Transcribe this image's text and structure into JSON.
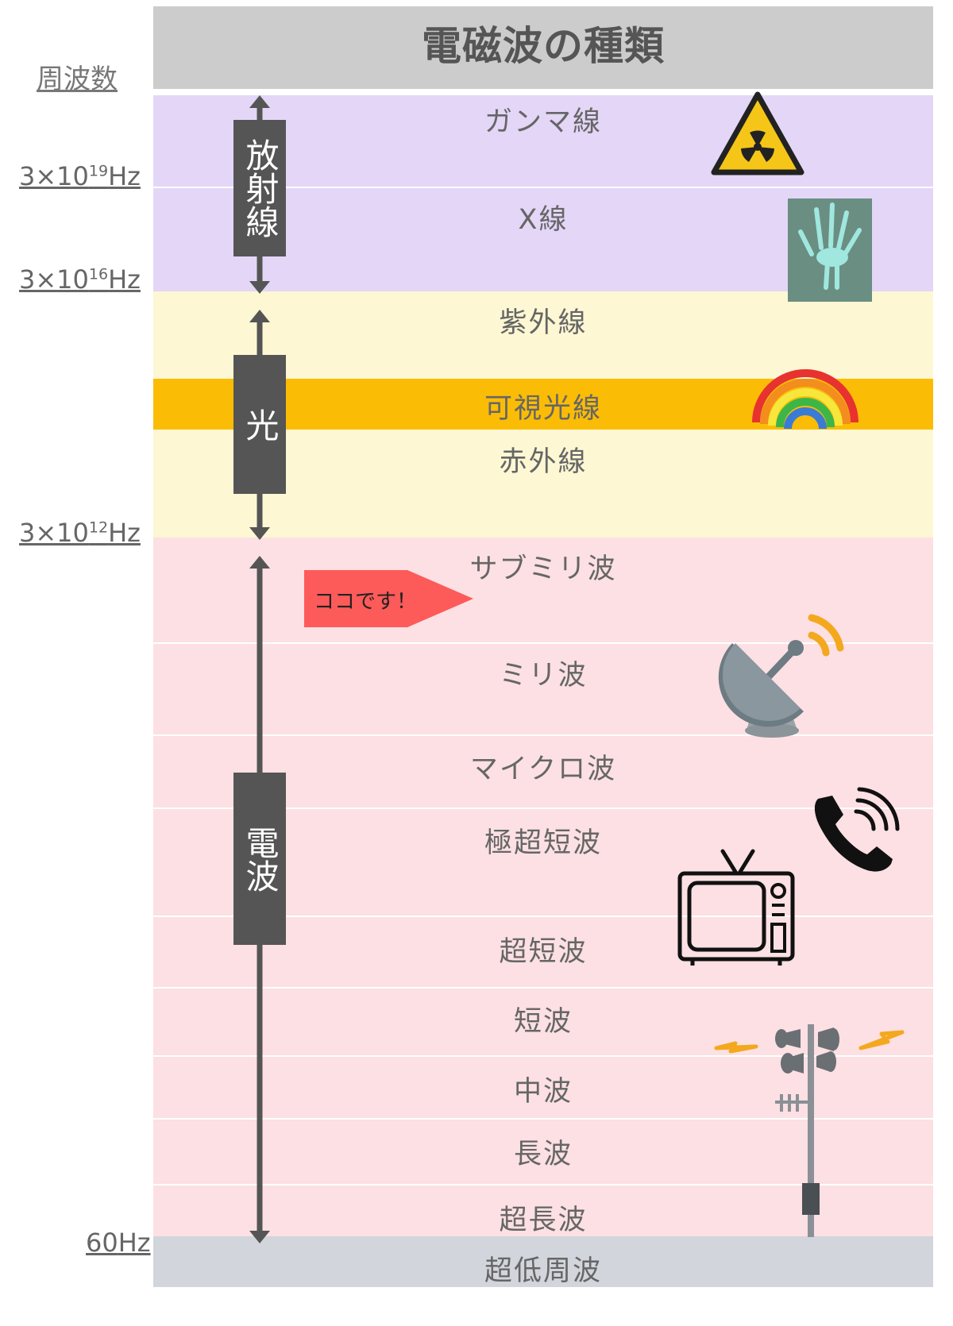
{
  "title": "電磁波の種類",
  "freq_axis_label": "周波数",
  "frequency_marks": [
    {
      "mantissa": "3×10",
      "exp": "19",
      "unit": "Hz"
    },
    {
      "mantissa": "3×10",
      "exp": "16",
      "unit": "Hz"
    },
    {
      "mantissa": "3×10",
      "exp": "12",
      "unit": "Hz"
    },
    {
      "mantissa": "60",
      "exp": "",
      "unit": "Hz"
    }
  ],
  "categories": [
    {
      "label": "放射線"
    },
    {
      "label": "光"
    },
    {
      "label": "電波"
    }
  ],
  "bands": [
    {
      "label": "ガンマ線",
      "color": "#e3d6f7"
    },
    {
      "label": "X線",
      "color": "#e3d6f7"
    },
    {
      "label": "紫外線",
      "color": "#fdf7d3"
    },
    {
      "label": "可視光線",
      "color": "#fbbc05"
    },
    {
      "label": "赤外線",
      "color": "#fdf7d3"
    },
    {
      "label": "サブミリ波",
      "color": "#fce0e3"
    },
    {
      "label": "ミリ波",
      "color": "#fce0e3"
    },
    {
      "label": "マイクロ波",
      "color": "#fce0e3"
    },
    {
      "label": "極超短波",
      "color": "#fce0e3"
    },
    {
      "label": "超短波",
      "color": "#fce0e3"
    },
    {
      "label": "短波",
      "color": "#fce0e3"
    },
    {
      "label": "中波",
      "color": "#fce0e3"
    },
    {
      "label": "長波",
      "color": "#fce0e3"
    },
    {
      "label": "超長波",
      "color": "#fce0e3"
    },
    {
      "label": "超低周波",
      "color": "#d2d5db"
    }
  ],
  "callout": {
    "label": "ココです！",
    "color": "#fd5a5a"
  },
  "icons": [
    "radiation-icon",
    "xray-hand-icon",
    "rainbow-icon",
    "satellite-dish-icon",
    "phone-icon",
    "tv-icon",
    "siren-pole-icon"
  ]
}
